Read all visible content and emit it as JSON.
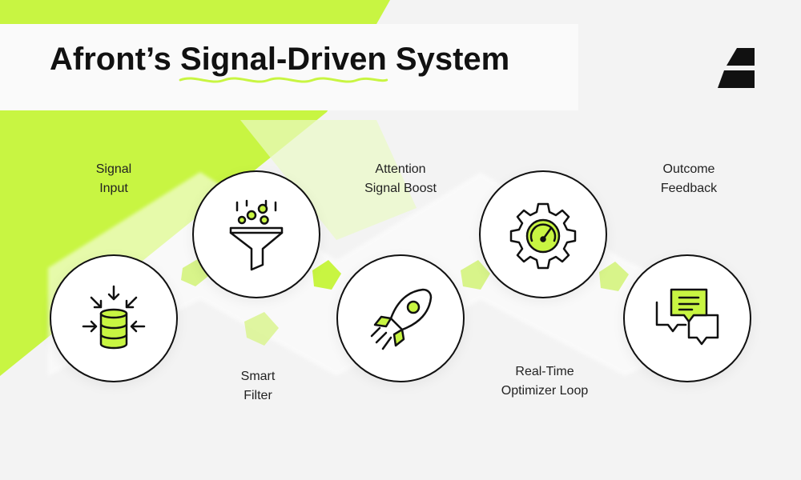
{
  "header": {
    "title_before": "Afront’s ",
    "title_highlight": "Signal-Driven",
    "title_after": " System"
  },
  "brand": {
    "logo_icon": "afront-logo-icon",
    "accent_color": "#c8f542",
    "text_color": "#111111"
  },
  "steps": [
    {
      "line1": "Signal",
      "line2": "Input",
      "icon": "database-input-icon"
    },
    {
      "line1": "Smart",
      "line2": "Filter",
      "icon": "funnel-icon"
    },
    {
      "line1": "Attention",
      "line2": "Signal Boost",
      "icon": "rocket-icon"
    },
    {
      "line1": "Real-Time",
      "line2": "Optimizer Loop",
      "icon": "gear-gauge-icon"
    },
    {
      "line1": "Outcome",
      "line2": "Feedback",
      "icon": "chat-bubbles-icon"
    }
  ]
}
